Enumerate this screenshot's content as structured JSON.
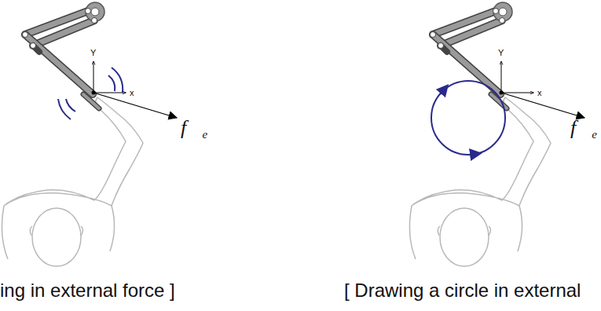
{
  "diagram": {
    "labels": [
      "Y",
      "x",
      "f⃗e",
      "Y",
      "x",
      "f⃗e",
      "ing in external force ]",
      "[ Drawing a circle in external"
    ]
  }
}
